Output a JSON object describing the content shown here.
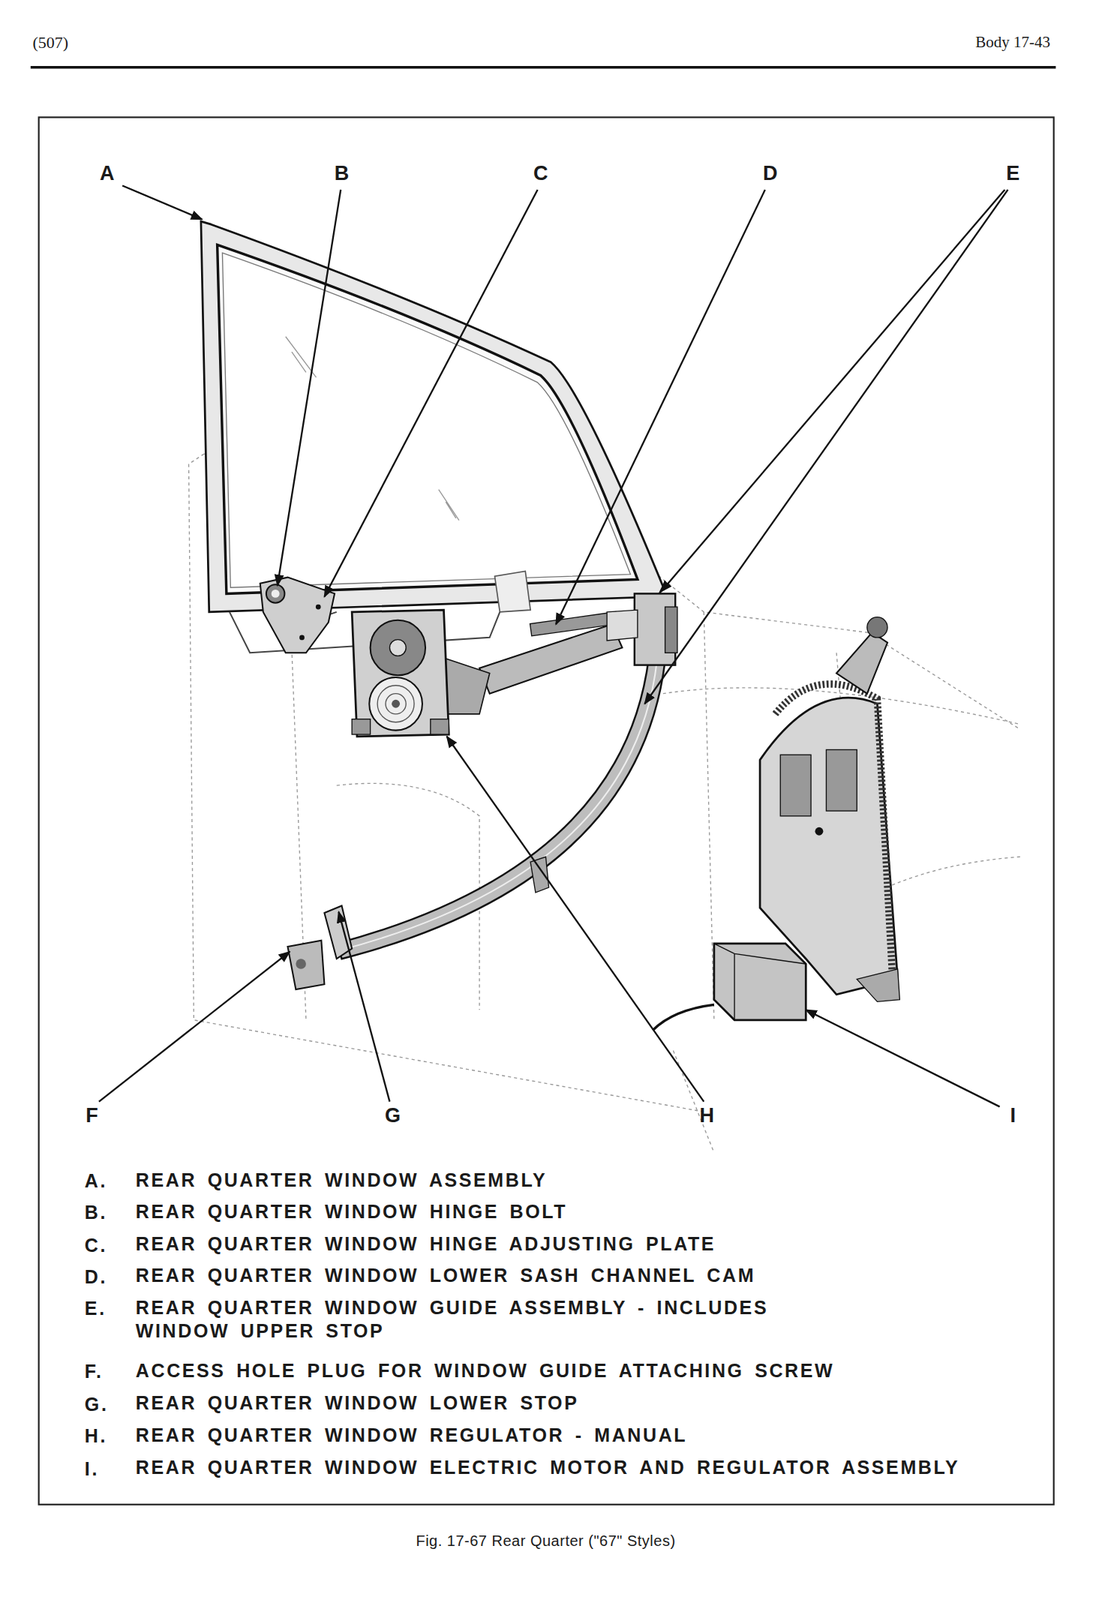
{
  "diagram": {
    "caption": "Fig. 17-67 Rear Quarter (\"67\" Styles)",
    "labels": [
      "(507)",
      "Body 17-43",
      "A",
      "B",
      "C",
      "D",
      "E",
      "F",
      "G",
      "H",
      "I",
      "A.",
      "REAR QUARTER WINDOW ASSEMBLY",
      "B.",
      "REAR QUARTER WINDOW HINGE BOLT",
      "C.",
      "REAR QUARTER WINDOW HINGE ADJUSTING PLATE",
      "D.",
      "REAR QUARTER WINDOW LOWER SASH CHANNEL CAM",
      "E.",
      "REAR QUARTER WINDOW GUIDE ASSEMBLY - INCLUDES WINDOW UPPER STOP",
      "F.",
      "ACCESS HOLE PLUG FOR WINDOW GUIDE ATTACHING SCREW",
      "G.",
      "REAR QUARTER WINDOW LOWER STOP",
      "H.",
      "REAR QUARTER WINDOW REGULATOR - MANUAL",
      "I.",
      "REAR QUARTER WINDOW ELECTRIC MOTOR AND REGULATOR ASSEMBLY"
    ]
  }
}
